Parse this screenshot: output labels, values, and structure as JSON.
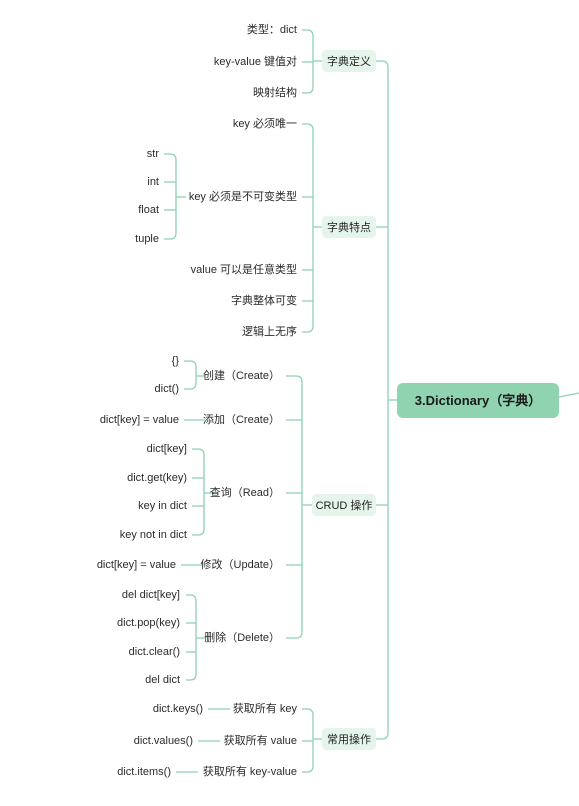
{
  "root": "3.Dictionary（字典）",
  "colors": {
    "line": "#8fd1b0",
    "node_fill": "#e6f5ec",
    "root_fill": "#8fd3b1",
    "text": "#2b2b2b"
  },
  "branches": [
    {
      "label": "字典定义",
      "children": [
        {
          "label": "类型：dict"
        },
        {
          "label": "key-value 键值对"
        },
        {
          "label": "映射结构"
        }
      ]
    },
    {
      "label": "字典特点",
      "children": [
        {
          "label": "key 必须唯一"
        },
        {
          "label": "key 必须是不可变类型",
          "children": [
            "str",
            "int",
            "float",
            "tuple"
          ]
        },
        {
          "label": "value 可以是任意类型"
        },
        {
          "label": "字典整体可变"
        },
        {
          "label": "逻辑上无序"
        }
      ]
    },
    {
      "label": "CRUD 操作",
      "children": [
        {
          "label": "创建（Create）",
          "children": [
            "{}",
            "dict()"
          ]
        },
        {
          "label": "添加（Create）",
          "children": [
            "dict[key] = value"
          ]
        },
        {
          "label": "查询（Read）",
          "children": [
            "dict[key]",
            "dict.get(key)",
            "key in dict",
            "key not in dict"
          ]
        },
        {
          "label": "修改（Update）",
          "children": [
            "dict[key] = value"
          ]
        },
        {
          "label": "删除（Delete）",
          "children": [
            "del dict[key]",
            "dict.pop(key)",
            "dict.clear()",
            "del dict"
          ]
        }
      ]
    },
    {
      "label": "常用操作",
      "children": [
        {
          "label": "获取所有 key",
          "children": [
            "dict.keys()"
          ]
        },
        {
          "label": "获取所有 value",
          "children": [
            "dict.values()"
          ]
        },
        {
          "label": "获取所有 key-value",
          "children": [
            "dict.items()"
          ]
        }
      ]
    }
  ]
}
